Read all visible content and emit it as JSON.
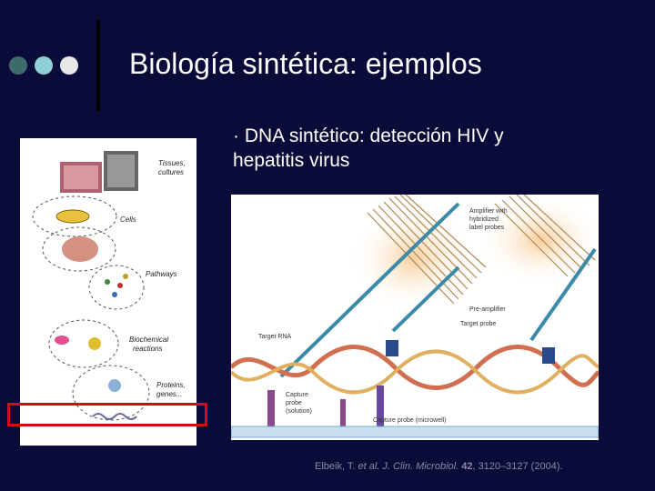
{
  "slide": {
    "title": "Biología sintética: ejemplos",
    "bullet_line1": "· DNA sintético: detección HIV y",
    "bullet_line2": "hepatitis virus"
  },
  "left_figure": {
    "labels": {
      "tissues": "Tissues,",
      "cultures": "cultures",
      "cells": "Cells",
      "pathways": "Pathways",
      "biochemical": "Biochemical",
      "reactions": "reactions",
      "proteins": "Proteins,",
      "genes": "genes..."
    }
  },
  "right_figure": {
    "labels": {
      "amplifier_1": "Amplifier with",
      "amplifier_2": "hybridized",
      "amplifier_3": "label probes",
      "pre_amplifier": "Pre-amplifier",
      "target_probe": "Target probe",
      "target_rna": "Target RNA",
      "capture_probe_sol_1": "Capture",
      "capture_probe_sol_2": "probe",
      "capture_probe_sol_3": "(solution)",
      "capture_probe_micro": "Capture probe (microwell)"
    }
  },
  "citation": {
    "authors": "Elbeik, T. ",
    "etal": "et al. J. Clin. Microbiol.",
    "volume": " 42",
    "pages": ", 3120–3127 (2004)."
  },
  "colors": {
    "background": "#0b0b3a",
    "dot1": "#3d6b6b",
    "dot2": "#8fcfd6",
    "dot3": "#e8e8e8",
    "highlight": "#d01010"
  }
}
